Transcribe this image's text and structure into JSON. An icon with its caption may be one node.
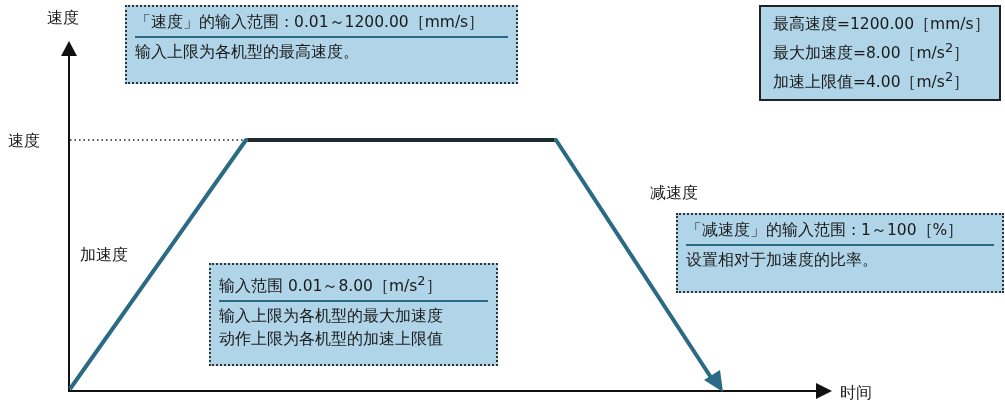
{
  "diagram": {
    "nodes": [
      {
        "text": [
          "「速度」的输入范围 : 0.01～1200.00［mm/s］",
          "输入上限为各机型的最高速度。"
        ]
      },
      {
        "text": [
          "最高速度=1200.00［mm/s］",
          "最大加速度=8.00［m/s$^{2}$］",
          "加速上限值=4.00［m/s$^{2}$］"
        ]
      },
      {
        "text": [
          "输入范围 0.01～8.00［m/s$^{2}$］",
          "输入上限为各机型的最大加速度",
          "动作上限为各机型的加速上限值"
        ]
      },
      {
        "text": [
          "「减速度」的输入范围 : 1～100［%］",
          "设置相对于加速度的比率。"
        ]
      }
    ],
    "labels": [
      "速度",
      "速度",
      "加速度",
      "减速度",
      "时间"
    ]
  }
}
